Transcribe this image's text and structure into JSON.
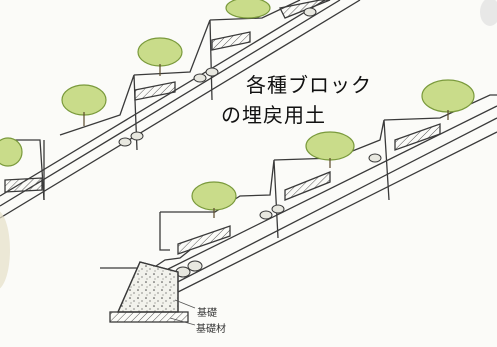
{
  "diagram": {
    "title_lines": [
      "各種ブロック",
      "の埋戻用土"
    ],
    "labels": {
      "foundation": "基礎",
      "base_material": "基礎材"
    },
    "colors": {
      "tree_fill": "#c9dc8a",
      "tree_stroke": "#7a9a3c",
      "line": "#3a3a3a",
      "fill_soil": "#d8d8c8",
      "background": "#fbfbf8"
    },
    "elements": [
      "upper-stepped-wall",
      "lower-stepped-wall",
      "shrubs",
      "drain-pipes",
      "concrete-foundation",
      "base-material-layer"
    ]
  }
}
